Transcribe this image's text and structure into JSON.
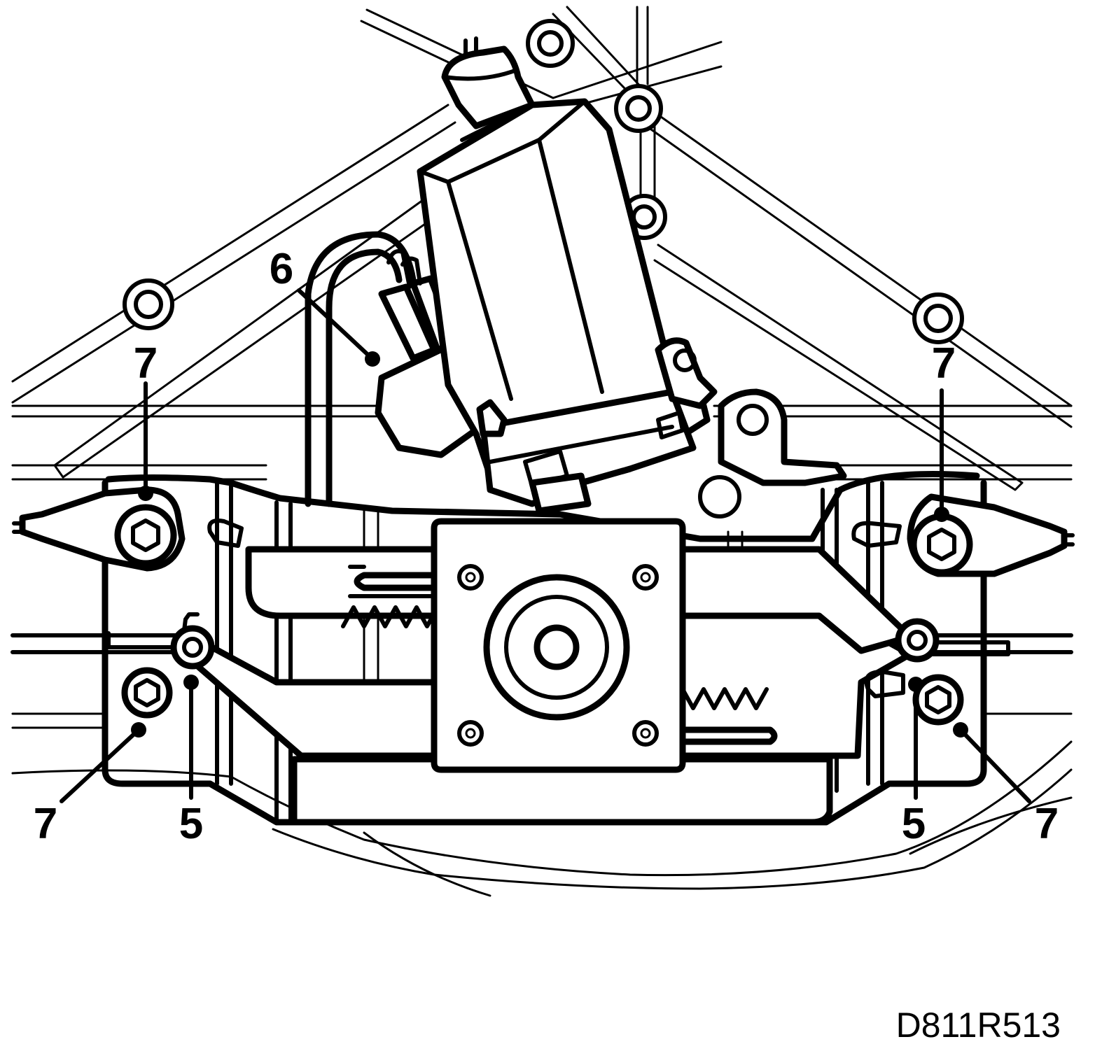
{
  "figure": {
    "code": "D811R513"
  },
  "callouts": [
    {
      "id": "6",
      "text": "6"
    },
    {
      "id": "7-upper-left",
      "text": "7"
    },
    {
      "id": "7-upper-right",
      "text": "7"
    },
    {
      "id": "7-lower-left",
      "text": "7"
    },
    {
      "id": "7-lower-right",
      "text": "7"
    },
    {
      "id": "5-left",
      "text": "5"
    },
    {
      "id": "5-right",
      "text": "5"
    }
  ]
}
